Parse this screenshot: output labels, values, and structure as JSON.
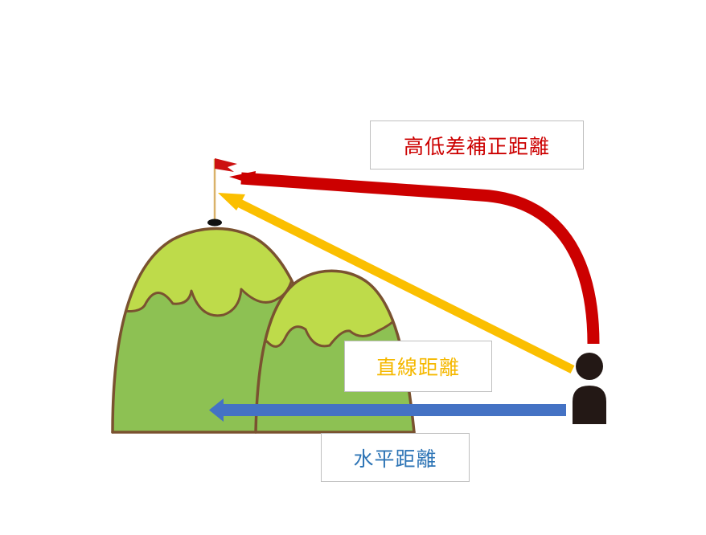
{
  "labels": {
    "height_corrected": "高低差補正距離",
    "straight": "直線距離",
    "horizontal": "水平距離"
  },
  "colors": {
    "height_corrected_arrow": "#cc0000",
    "height_corrected_text": "#cc0000",
    "straight_arrow": "#fbbf00",
    "straight_text": "#f5b800",
    "horizontal_arrow": "#4472c4",
    "horizontal_text": "#2e75b6",
    "hill_dark": "#8dc153",
    "hill_light": "#bedb4a",
    "hill_outline": "#7a5230",
    "person": "#231815",
    "flag": "#cc1111",
    "pole": "#d9b26a"
  },
  "icons": {
    "flag": "golf-flag-icon",
    "hole": "golf-hole-icon",
    "person": "person-icon",
    "hill": "hill-icon"
  }
}
